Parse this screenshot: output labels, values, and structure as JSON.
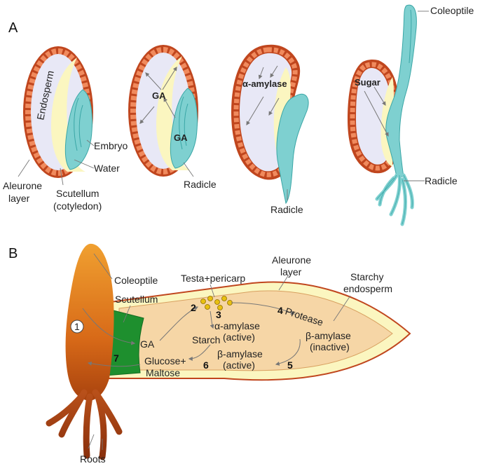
{
  "panel_a": {
    "letter": "A",
    "labels": {
      "endosperm": "Endosperm",
      "embryo": "Embryo",
      "water": "Water",
      "aleurone_layer_1": "Aleurone",
      "aleurone_layer_2": "layer",
      "scutellum_1": "Scutellum",
      "scutellum_2": "(cotyledon)",
      "ga_top": "GA",
      "ga_bottom": "GA",
      "radicle_2": "Radicle",
      "alpha_amylase": "α-amylase",
      "radicle_3": "Radicle",
      "sugar": "Sugar",
      "coleoptile": "Coleoptile",
      "radicle_4": "Radicle"
    }
  },
  "panel_b": {
    "letter": "B",
    "labels": {
      "coleoptile": "Coleoptile",
      "testa_pericarp": "Testa+pericarp",
      "aleurone_1": "Aleurone",
      "aleurone_2": "layer",
      "starchy_1": "Starchy",
      "starchy_2": "endosperm",
      "scutellum": "Scutellum",
      "alpha_amylase_1": "α-amylase",
      "alpha_amylase_2": "(active)",
      "protease": "Protease",
      "beta_inactive_1": "β-amylase",
      "beta_inactive_2": "(inactive)",
      "ga": "GA",
      "starch": "Starch",
      "beta_active_1": "β-amylase",
      "beta_active_2": "(active)",
      "glucose_1": "Glucose+",
      "glucose_2": "Maltose",
      "roots": "Roots"
    },
    "steps": {
      "s1": "1",
      "s2": "2",
      "s3": "3",
      "s4": "4",
      "s5": "5",
      "s6": "6",
      "s7": "7"
    }
  },
  "colors": {
    "seed_coat": "#c0461e",
    "aleurone": "#f08a5d",
    "endosperm": "#e8e8f6",
    "scutellum": "#fbf6c0",
    "embryo": "#7ed0d0",
    "embryo_stroke": "#3aa6a6",
    "seedling_orange": "#e8821a",
    "endosperm_b": "#f6d6a6",
    "scutellum_b": "#1e8f2e"
  }
}
